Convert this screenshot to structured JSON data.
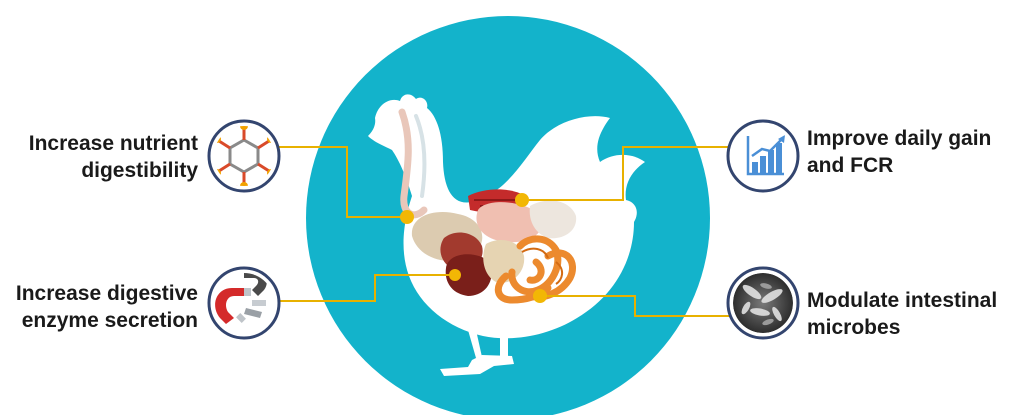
{
  "colors": {
    "circle": "#13b3cb",
    "connector": "#e8b100",
    "icon_ring": "#33456f",
    "chicken": "#ffffff",
    "text": "#1a1a1a"
  },
  "benefits": {
    "nutrient": {
      "line1": "Increase nutrient",
      "line2": "digestibility",
      "icon": "molecule-icon"
    },
    "enzyme": {
      "line1": "Increase digestive",
      "line2": "enzyme secretion",
      "icon": "magnet-icon"
    },
    "gain": {
      "line1": "Improve daily gain",
      "line2": "and FCR",
      "icon": "bar-chart-icon"
    },
    "microbes": {
      "line1": "Modulate intestinal",
      "line2": "microbes",
      "icon": "microbe-icon"
    }
  }
}
